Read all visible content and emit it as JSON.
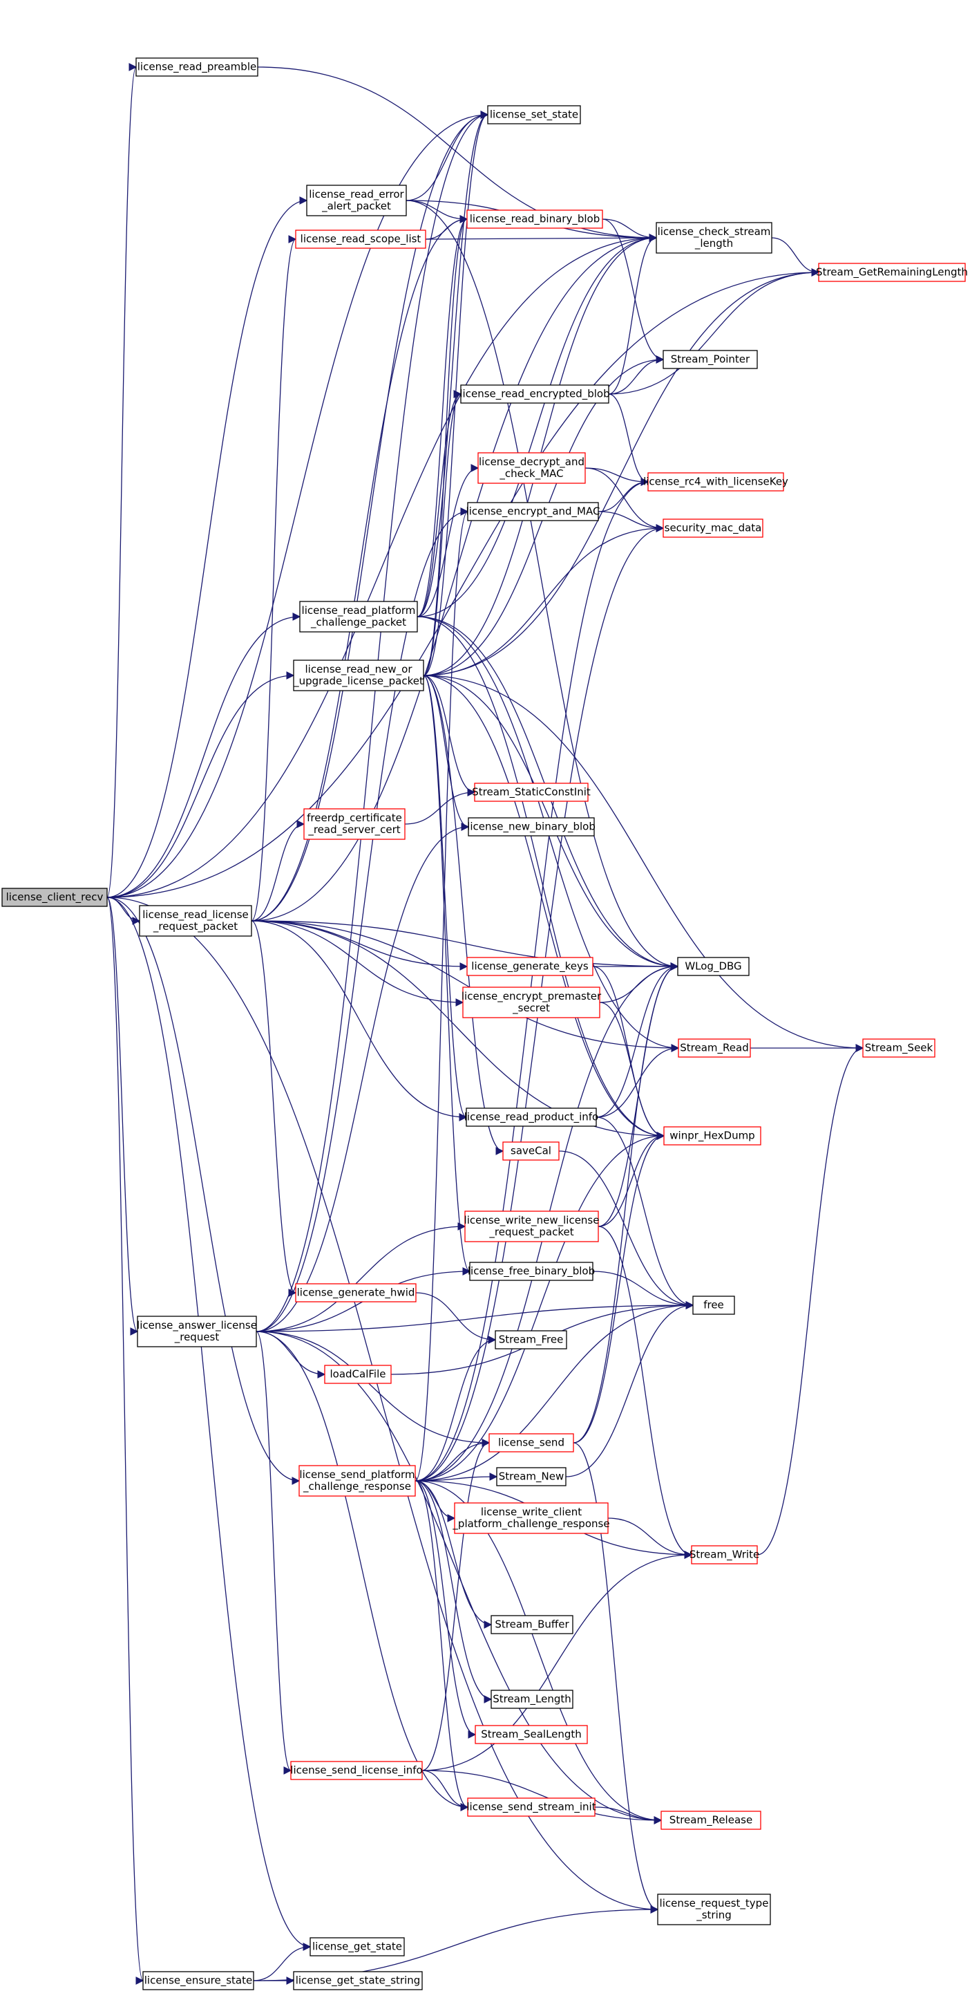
{
  "colors": {
    "edge": "#191970",
    "node_border_default": "#000000",
    "node_border_external": "#ff0000",
    "node_fill_default": "#ffffff",
    "node_fill_focus": "#bfbfbf"
  },
  "nodes": [
    {
      "id": "license_client_recv",
      "lines": [
        "license_client_recv"
      ],
      "style": "focus"
    },
    {
      "id": "license_read_preamble",
      "lines": [
        "license_read_preamble"
      ],
      "style": "default"
    },
    {
      "id": "license_set_state",
      "lines": [
        "license_set_state"
      ],
      "style": "default"
    },
    {
      "id": "license_read_error_alert_packet",
      "lines": [
        "license_read_error",
        "_alert_packet"
      ],
      "style": "default"
    },
    {
      "id": "license_read_scope_list",
      "lines": [
        "license_read_scope_list"
      ],
      "style": "external"
    },
    {
      "id": "license_read_binary_blob",
      "lines": [
        "license_read_binary_blob"
      ],
      "style": "external"
    },
    {
      "id": "license_check_stream_length",
      "lines": [
        "license_check_stream",
        "_length"
      ],
      "style": "default"
    },
    {
      "id": "Stream_GetRemainingLength",
      "lines": [
        "Stream_GetRemainingLength"
      ],
      "style": "external"
    },
    {
      "id": "Stream_Pointer",
      "lines": [
        "Stream_Pointer"
      ],
      "style": "default"
    },
    {
      "id": "license_read_encrypted_blob",
      "lines": [
        "license_read_encrypted_blob"
      ],
      "style": "default"
    },
    {
      "id": "license_decrypt_and_check_MAC",
      "lines": [
        "license_decrypt_and",
        "_check_MAC"
      ],
      "style": "external"
    },
    {
      "id": "license_rc4_with_licenseKey",
      "lines": [
        "license_rc4_with_licenseKey"
      ],
      "style": "external"
    },
    {
      "id": "license_encrypt_and_MAC",
      "lines": [
        "license_encrypt_and_MAC"
      ],
      "style": "default"
    },
    {
      "id": "security_mac_data",
      "lines": [
        "security_mac_data"
      ],
      "style": "external"
    },
    {
      "id": "license_read_platform_challenge_packet",
      "lines": [
        "license_read_platform",
        "_challenge_packet"
      ],
      "style": "default"
    },
    {
      "id": "license_read_new_or_upgrade_license_packet",
      "lines": [
        "license_read_new_or",
        "_upgrade_license_packet"
      ],
      "style": "default"
    },
    {
      "id": "Stream_StaticConstInit",
      "lines": [
        "Stream_StaticConstInit"
      ],
      "style": "external"
    },
    {
      "id": "freerdp_certificate_read_server_cert",
      "lines": [
        "freerdp_certificate",
        "_read_server_cert"
      ],
      "style": "external"
    },
    {
      "id": "license_new_binary_blob",
      "lines": [
        "license_new_binary_blob"
      ],
      "style": "default"
    },
    {
      "id": "license_read_license_request_packet",
      "lines": [
        "license_read_license",
        "_request_packet"
      ],
      "style": "default"
    },
    {
      "id": "license_generate_keys",
      "lines": [
        "license_generate_keys"
      ],
      "style": "external"
    },
    {
      "id": "WLog_DBG",
      "lines": [
        "WLog_DBG"
      ],
      "style": "default"
    },
    {
      "id": "license_encrypt_premaster_secret",
      "lines": [
        "license_encrypt_premaster",
        "_secret"
      ],
      "style": "external"
    },
    {
      "id": "Stream_Read",
      "lines": [
        "Stream_Read"
      ],
      "style": "external"
    },
    {
      "id": "Stream_Seek",
      "lines": [
        "Stream_Seek"
      ],
      "style": "external"
    },
    {
      "id": "license_read_product_info",
      "lines": [
        "license_read_product_info"
      ],
      "style": "default"
    },
    {
      "id": "saveCal",
      "lines": [
        "saveCal"
      ],
      "style": "external"
    },
    {
      "id": "winpr_HexDump",
      "lines": [
        "winpr_HexDump"
      ],
      "style": "external"
    },
    {
      "id": "license_write_new_license_request_packet",
      "lines": [
        "license_write_new_license",
        "_request_packet"
      ],
      "style": "external"
    },
    {
      "id": "license_generate_hwid",
      "lines": [
        "license_generate_hwid"
      ],
      "style": "external"
    },
    {
      "id": "license_free_binary_blob",
      "lines": [
        "license_free_binary_blob"
      ],
      "style": "default"
    },
    {
      "id": "free",
      "lines": [
        "free"
      ],
      "style": "default"
    },
    {
      "id": "license_answer_license_request",
      "lines": [
        "license_answer_license",
        "_request"
      ],
      "style": "default"
    },
    {
      "id": "Stream_Free",
      "lines": [
        "Stream_Free"
      ],
      "style": "default"
    },
    {
      "id": "loadCalFile",
      "lines": [
        "loadCalFile"
      ],
      "style": "external"
    },
    {
      "id": "license_send",
      "lines": [
        "license_send"
      ],
      "style": "external"
    },
    {
      "id": "license_send_platform_challenge_response",
      "lines": [
        "license_send_platform",
        "_challenge_response"
      ],
      "style": "external"
    },
    {
      "id": "Stream_New",
      "lines": [
        "Stream_New"
      ],
      "style": "default"
    },
    {
      "id": "license_write_client_platform_challenge_response",
      "lines": [
        "license_write_client",
        "_platform_challenge_response"
      ],
      "style": "external"
    },
    {
      "id": "Stream_Write",
      "lines": [
        "Stream_Write"
      ],
      "style": "external"
    },
    {
      "id": "Stream_Buffer",
      "lines": [
        "Stream_Buffer"
      ],
      "style": "default"
    },
    {
      "id": "Stream_Length",
      "lines": [
        "Stream_Length"
      ],
      "style": "default"
    },
    {
      "id": "Stream_SealLength",
      "lines": [
        "Stream_SealLength"
      ],
      "style": "external"
    },
    {
      "id": "license_send_license_info",
      "lines": [
        "license_send_license_info"
      ],
      "style": "external"
    },
    {
      "id": "license_send_stream_init",
      "lines": [
        "license_send_stream_init"
      ],
      "style": "external"
    },
    {
      "id": "Stream_Release",
      "lines": [
        "Stream_Release"
      ],
      "style": "external"
    },
    {
      "id": "license_request_type_string",
      "lines": [
        "license_request_type",
        "_string"
      ],
      "style": "default"
    },
    {
      "id": "license_get_state",
      "lines": [
        "license_get_state"
      ],
      "style": "default"
    },
    {
      "id": "license_ensure_state",
      "lines": [
        "license_ensure_state"
      ],
      "style": "default"
    },
    {
      "id": "license_get_state_string",
      "lines": [
        "license_get_state_string"
      ],
      "style": "default"
    }
  ],
  "edges": [
    [
      "license_client_recv",
      "license_read_preamble"
    ],
    [
      "license_client_recv",
      "license_set_state"
    ],
    [
      "license_client_recv",
      "license_read_error_alert_packet"
    ],
    [
      "license_client_recv",
      "license_check_stream_length"
    ],
    [
      "license_client_recv",
      "Stream_GetRemainingLength"
    ],
    [
      "license_client_recv",
      "license_read_platform_challenge_packet"
    ],
    [
      "license_client_recv",
      "license_read_new_or_upgrade_license_packet"
    ],
    [
      "license_client_recv",
      "license_read_license_request_packet"
    ],
    [
      "license_client_recv",
      "license_answer_license_request"
    ],
    [
      "license_client_recv",
      "license_send_platform_challenge_response"
    ],
    [
      "license_client_recv",
      "license_request_type_string"
    ],
    [
      "license_client_recv",
      "license_get_state"
    ],
    [
      "license_client_recv",
      "license_ensure_state"
    ],
    [
      "license_read_preamble",
      "license_check_stream_length"
    ],
    [
      "license_read_error_alert_packet",
      "license_set_state"
    ],
    [
      "license_read_error_alert_packet",
      "license_read_binary_blob"
    ],
    [
      "license_read_error_alert_packet",
      "license_check_stream_length"
    ],
    [
      "license_read_error_alert_packet",
      "WLog_DBG"
    ],
    [
      "license_read_scope_list",
      "license_read_binary_blob"
    ],
    [
      "license_read_scope_list",
      "license_check_stream_length"
    ],
    [
      "license_read_binary_blob",
      "license_check_stream_length"
    ],
    [
      "license_read_binary_blob",
      "Stream_Pointer"
    ],
    [
      "license_check_stream_length",
      "Stream_GetRemainingLength"
    ],
    [
      "license_read_encrypted_blob",
      "license_check_stream_length"
    ],
    [
      "license_read_encrypted_blob",
      "Stream_Pointer"
    ],
    [
      "license_read_encrypted_blob",
      "Stream_GetRemainingLength"
    ],
    [
      "license_read_encrypted_blob",
      "license_rc4_with_licenseKey"
    ],
    [
      "license_decrypt_and_check_MAC",
      "license_rc4_with_licenseKey"
    ],
    [
      "license_decrypt_and_check_MAC",
      "security_mac_data"
    ],
    [
      "license_encrypt_and_MAC",
      "license_rc4_with_licenseKey"
    ],
    [
      "license_encrypt_and_MAC",
      "security_mac_data"
    ],
    [
      "license_read_platform_challenge_packet",
      "license_set_state"
    ],
    [
      "license_read_platform_challenge_packet",
      "license_read_binary_blob"
    ],
    [
      "license_read_platform_challenge_packet",
      "license_check_stream_length"
    ],
    [
      "license_read_platform_challenge_packet",
      "license_read_encrypted_blob"
    ],
    [
      "license_read_platform_challenge_packet",
      "license_decrypt_and_check_MAC"
    ],
    [
      "license_read_platform_challenge_packet",
      "WLog_DBG"
    ],
    [
      "license_read_platform_challenge_packet",
      "Stream_Read"
    ],
    [
      "license_read_platform_challenge_packet",
      "winpr_HexDump"
    ],
    [
      "license_read_new_or_upgrade_license_packet",
      "license_read_binary_blob"
    ],
    [
      "license_read_new_or_upgrade_license_packet",
      "license_check_stream_length"
    ],
    [
      "license_read_new_or_upgrade_license_packet",
      "Stream_GetRemainingLength"
    ],
    [
      "license_read_new_or_upgrade_license_packet",
      "Stream_Pointer"
    ],
    [
      "license_read_new_or_upgrade_license_packet",
      "license_read_encrypted_blob"
    ],
    [
      "license_read_new_or_upgrade_license_packet",
      "security_mac_data"
    ],
    [
      "license_read_new_or_upgrade_license_packet",
      "Stream_StaticConstInit"
    ],
    [
      "license_read_new_or_upgrade_license_packet",
      "license_new_binary_blob"
    ],
    [
      "license_read_new_or_upgrade_license_packet",
      "WLog_DBG"
    ],
    [
      "license_read_new_or_upgrade_license_packet",
      "winpr_HexDump"
    ],
    [
      "license_read_new_or_upgrade_license_packet",
      "Stream_Seek"
    ],
    [
      "license_read_new_or_upgrade_license_packet",
      "license_read_product_info"
    ],
    [
      "license_read_new_or_upgrade_license_packet",
      "saveCal"
    ],
    [
      "license_read_new_or_upgrade_license_packet",
      "license_free_binary_blob"
    ],
    [
      "license_read_new_or_upgrade_license_packet",
      "license_set_state"
    ],
    [
      "license_read_license_request_packet",
      "license_read_scope_list"
    ],
    [
      "license_read_license_request_packet",
      "license_read_binary_blob"
    ],
    [
      "license_read_license_request_packet",
      "license_check_stream_length"
    ],
    [
      "license_read_license_request_packet",
      "freerdp_certificate_read_server_cert"
    ],
    [
      "license_read_license_request_packet",
      "license_generate_keys"
    ],
    [
      "license_read_license_request_packet",
      "license_encrypt_premaster_secret"
    ],
    [
      "license_read_license_request_packet",
      "WLog_DBG"
    ],
    [
      "license_read_license_request_packet",
      "Stream_Read"
    ],
    [
      "license_read_license_request_packet",
      "license_read_product_info"
    ],
    [
      "license_read_license_request_packet",
      "winpr_HexDump"
    ],
    [
      "license_read_license_request_packet",
      "license_generate_hwid"
    ],
    [
      "license_read_license_request_packet",
      "license_set_state"
    ],
    [
      "freerdp_certificate_read_server_cert",
      "Stream_StaticConstInit"
    ],
    [
      "license_generate_keys",
      "WLog_DBG"
    ],
    [
      "license_generate_keys",
      "winpr_HexDump"
    ],
    [
      "license_encrypt_premaster_secret",
      "WLog_DBG"
    ],
    [
      "license_encrypt_premaster_secret",
      "winpr_HexDump"
    ],
    [
      "Stream_Read",
      "Stream_Seek"
    ],
    [
      "license_read_product_info",
      "Stream_Read"
    ],
    [
      "license_read_product_info",
      "WLog_DBG"
    ],
    [
      "license_read_product_info",
      "free"
    ],
    [
      "saveCal",
      "free"
    ],
    [
      "license_write_new_license_request_packet",
      "WLog_DBG"
    ],
    [
      "license_write_new_license_request_packet",
      "winpr_HexDump"
    ],
    [
      "license_write_new_license_request_packet",
      "Stream_Write"
    ],
    [
      "license_generate_hwid",
      "Stream_Free"
    ],
    [
      "license_free_binary_blob",
      "free"
    ],
    [
      "license_answer_license_request",
      "license_encrypt_and_MAC"
    ],
    [
      "license_answer_license_request",
      "license_new_binary_blob"
    ],
    [
      "license_answer_license_request",
      "license_write_new_license_request_packet"
    ],
    [
      "license_answer_license_request",
      "license_free_binary_blob"
    ],
    [
      "license_answer_license_request",
      "free"
    ],
    [
      "license_answer_license_request",
      "loadCalFile"
    ],
    [
      "license_answer_license_request",
      "license_send"
    ],
    [
      "license_answer_license_request",
      "license_send_license_info"
    ],
    [
      "license_answer_license_request",
      "license_send_stream_init"
    ],
    [
      "license_answer_license_request",
      "Stream_Release"
    ],
    [
      "license_answer_license_request",
      "license_set_state"
    ],
    [
      "loadCalFile",
      "free"
    ],
    [
      "license_send",
      "WLog_DBG"
    ],
    [
      "license_send",
      "winpr_HexDump"
    ],
    [
      "license_send",
      "license_request_type_string"
    ],
    [
      "license_send_platform_challenge_response",
      "license_encrypt_and_MAC"
    ],
    [
      "license_send_platform_challenge_response",
      "license_rc4_with_licenseKey"
    ],
    [
      "license_send_platform_challenge_response",
      "security_mac_data"
    ],
    [
      "license_send_platform_challenge_response",
      "Stream_Free"
    ],
    [
      "license_send_platform_challenge_response",
      "WLog_DBG"
    ],
    [
      "license_send_platform_challenge_response",
      "winpr_HexDump"
    ],
    [
      "license_send_platform_challenge_response",
      "license_send"
    ],
    [
      "license_send_platform_challenge_response",
      "free"
    ],
    [
      "license_send_platform_challenge_response",
      "Stream_New"
    ],
    [
      "license_send_platform_challenge_response",
      "license_write_client_platform_challenge_response"
    ],
    [
      "license_send_platform_challenge_response",
      "Stream_Write"
    ],
    [
      "license_send_platform_challenge_response",
      "Stream_Buffer"
    ],
    [
      "license_send_platform_challenge_response",
      "Stream_Length"
    ],
    [
      "license_send_platform_challenge_response",
      "Stream_SealLength"
    ],
    [
      "license_send_platform_challenge_response",
      "license_send_stream_init"
    ],
    [
      "license_send_platform_challenge_response",
      "Stream_Release"
    ],
    [
      "Stream_New",
      "free"
    ],
    [
      "license_write_client_platform_challenge_response",
      "Stream_Write"
    ],
    [
      "Stream_Write",
      "Stream_Seek"
    ],
    [
      "license_send_license_info",
      "license_send"
    ],
    [
      "license_send_license_info",
      "license_send_stream_init"
    ],
    [
      "license_send_license_info",
      "Stream_Write"
    ],
    [
      "license_send_license_info",
      "Stream_Release"
    ],
    [
      "license_send_stream_init",
      "Stream_Release"
    ],
    [
      "license_ensure_state",
      "license_get_state"
    ],
    [
      "license_ensure_state",
      "license_get_state_string"
    ],
    [
      "license_ensure_state",
      "license_request_type_string"
    ]
  ]
}
